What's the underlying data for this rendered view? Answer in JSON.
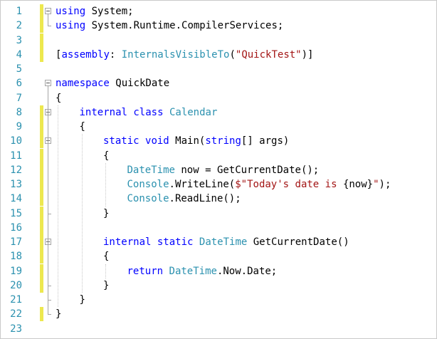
{
  "colors": {
    "line_number": "#2b91af",
    "keyword": "#0000ff",
    "type": "#2b91af",
    "string": "#a31515",
    "plain": "#000000",
    "change_bar": "#ede84f",
    "background": "#ffffff"
  },
  "icons": [
    "collapse-box-icon"
  ],
  "lines": [
    {
      "n": "1",
      "changed": true,
      "fold": true,
      "indent": 0,
      "tokens": [
        {
          "t": "using",
          "c": "keyword"
        },
        {
          "t": " System;",
          "c": "plain"
        }
      ]
    },
    {
      "n": "2",
      "changed": true,
      "fold": false,
      "indent": 0,
      "tokens": [
        {
          "t": "using",
          "c": "keyword"
        },
        {
          "t": " System.Runtime.CompilerServices;",
          "c": "plain"
        }
      ]
    },
    {
      "n": "3",
      "changed": true,
      "fold": false,
      "indent": 0,
      "tokens": []
    },
    {
      "n": "4",
      "changed": true,
      "fold": false,
      "indent": 0,
      "tokens": [
        {
          "t": "[",
          "c": "plain"
        },
        {
          "t": "assembly",
          "c": "keyword"
        },
        {
          "t": ": ",
          "c": "plain"
        },
        {
          "t": "InternalsVisibleTo",
          "c": "type"
        },
        {
          "t": "(",
          "c": "plain"
        },
        {
          "t": "\"QuickTest\"",
          "c": "string"
        },
        {
          "t": ")]",
          "c": "plain"
        }
      ]
    },
    {
      "n": "5",
      "changed": false,
      "fold": false,
      "indent": 0,
      "tokens": []
    },
    {
      "n": "6",
      "changed": false,
      "fold": true,
      "indent": 0,
      "tokens": [
        {
          "t": "namespace",
          "c": "keyword"
        },
        {
          "t": " QuickDate",
          "c": "plain"
        }
      ]
    },
    {
      "n": "7",
      "changed": false,
      "fold": false,
      "indent": 0,
      "tokens": [
        {
          "t": "{",
          "c": "plain"
        }
      ]
    },
    {
      "n": "8",
      "changed": true,
      "fold": true,
      "indent": 1,
      "tokens": [
        {
          "t": "internal",
          "c": "keyword"
        },
        {
          "t": " ",
          "c": "plain"
        },
        {
          "t": "class",
          "c": "keyword"
        },
        {
          "t": " ",
          "c": "plain"
        },
        {
          "t": "Calendar",
          "c": "type"
        }
      ]
    },
    {
      "n": "9",
      "changed": true,
      "fold": false,
      "indent": 1,
      "tokens": [
        {
          "t": "{",
          "c": "plain"
        }
      ]
    },
    {
      "n": "10",
      "changed": true,
      "fold": true,
      "indent": 2,
      "tokens": [
        {
          "t": "static",
          "c": "keyword"
        },
        {
          "t": " ",
          "c": "plain"
        },
        {
          "t": "void",
          "c": "keyword"
        },
        {
          "t": " Main(",
          "c": "plain"
        },
        {
          "t": "string",
          "c": "keyword"
        },
        {
          "t": "[] args)",
          "c": "plain"
        }
      ]
    },
    {
      "n": "11",
      "changed": true,
      "fold": false,
      "indent": 2,
      "tokens": [
        {
          "t": "{",
          "c": "plain"
        }
      ]
    },
    {
      "n": "12",
      "changed": true,
      "fold": false,
      "indent": 3,
      "tokens": [
        {
          "t": "DateTime",
          "c": "type"
        },
        {
          "t": " now = GetCurrentDate();",
          "c": "plain"
        }
      ]
    },
    {
      "n": "13",
      "changed": true,
      "fold": false,
      "indent": 3,
      "tokens": [
        {
          "t": "Console",
          "c": "type"
        },
        {
          "t": ".WriteLine(",
          "c": "plain"
        },
        {
          "t": "$\"Today's date is ",
          "c": "string"
        },
        {
          "t": "{now}",
          "c": "plain"
        },
        {
          "t": "\"",
          "c": "string"
        },
        {
          "t": ");",
          "c": "plain"
        }
      ]
    },
    {
      "n": "14",
      "changed": true,
      "fold": false,
      "indent": 3,
      "tokens": [
        {
          "t": "Console",
          "c": "type"
        },
        {
          "t": ".ReadLine();",
          "c": "plain"
        }
      ]
    },
    {
      "n": "15",
      "changed": true,
      "fold": false,
      "indent": 2,
      "tokens": [
        {
          "t": "}",
          "c": "plain"
        }
      ]
    },
    {
      "n": "16",
      "changed": true,
      "fold": false,
      "indent": 0,
      "tokens": []
    },
    {
      "n": "17",
      "changed": true,
      "fold": true,
      "indent": 2,
      "tokens": [
        {
          "t": "internal",
          "c": "keyword"
        },
        {
          "t": " ",
          "c": "plain"
        },
        {
          "t": "static",
          "c": "keyword"
        },
        {
          "t": " ",
          "c": "plain"
        },
        {
          "t": "DateTime",
          "c": "type"
        },
        {
          "t": " GetCurrentDate()",
          "c": "plain"
        }
      ]
    },
    {
      "n": "18",
      "changed": true,
      "fold": false,
      "indent": 2,
      "tokens": [
        {
          "t": "{",
          "c": "plain"
        }
      ]
    },
    {
      "n": "19",
      "changed": true,
      "fold": false,
      "indent": 3,
      "tokens": [
        {
          "t": "return",
          "c": "keyword"
        },
        {
          "t": " ",
          "c": "plain"
        },
        {
          "t": "DateTime",
          "c": "type"
        },
        {
          "t": ".Now.Date;",
          "c": "plain"
        }
      ]
    },
    {
      "n": "20",
      "changed": true,
      "fold": false,
      "indent": 2,
      "tokens": [
        {
          "t": "}",
          "c": "plain"
        }
      ]
    },
    {
      "n": "21",
      "changed": false,
      "fold": false,
      "indent": 1,
      "tokens": [
        {
          "t": "}",
          "c": "plain"
        }
      ]
    },
    {
      "n": "22",
      "changed": true,
      "fold": false,
      "indent": 0,
      "tokens": [
        {
          "t": "}",
          "c": "plain"
        }
      ]
    },
    {
      "n": "23",
      "changed": false,
      "fold": false,
      "indent": 0,
      "tokens": []
    }
  ]
}
